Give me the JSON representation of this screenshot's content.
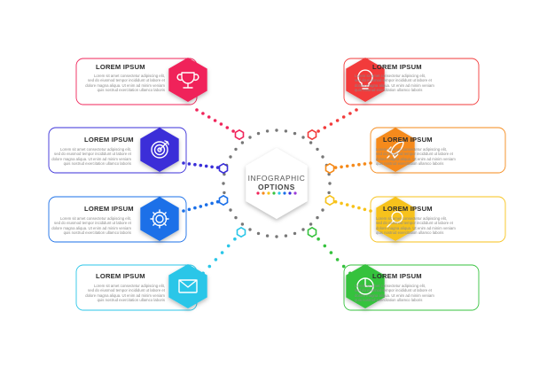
{
  "center": {
    "title_line1": "INFOGRAPHIC",
    "title_line2": "OPTIONS"
  },
  "items": [
    {
      "title": "LOREM IPSUM",
      "icon": "trophy-icon",
      "color": "#f0245a",
      "lines": [
        "Lorem sit amet consectetur adipiscing elit,",
        "sed do eiusmod tempor incididunt ut labore et",
        "dolore magna aliqua. Ut enim ad minim veniam",
        "quis nostrud exercitation ullamco laboris"
      ]
    },
    {
      "title": "LOREM IPSUM",
      "icon": "target-icon",
      "color": "#3a2fd8",
      "lines": [
        "Lorem sit amet consectetur adipiscing elit,",
        "sed do eiusmod tempor incididunt ut labore et",
        "dolore magna aliqua. Ut enim ad minim veniam",
        "quis nostrud exercitation ullamco laboris"
      ]
    },
    {
      "title": "LOREM IPSUM",
      "icon": "gear-icon",
      "color": "#1a6fe8",
      "lines": [
        "Lorem sit amet consectetur adipiscing elit,",
        "sed do eiusmod tempor incididunt ut labore et",
        "dolore magna aliqua. Ut enim ad minim veniam",
        "quis nostrud exercitation ullamco laboris"
      ]
    },
    {
      "title": "LOREM IPSUM",
      "icon": "envelope-icon",
      "color": "#2bc6e8",
      "lines": [
        "Lorem sit amet consectetur adipiscing elit,",
        "sed do eiusmod tempor incididunt ut labore et",
        "dolore magna aliqua. Ut enim ad minim veniam",
        "quis nostrud exercitation ullamco laboris"
      ]
    },
    {
      "title": "LOREM IPSUM",
      "icon": "lightbulb-icon",
      "color": "#f23a3a",
      "lines": [
        "Lorem sit amet consectetur adipiscing elit,",
        "sed do eiusmod tempor incididunt ut labore et",
        "dolore magna aliqua. Ut enim ad minim veniam",
        "quis nostrud exercitation ullamco laboris"
      ]
    },
    {
      "title": "LOREM IPSUM",
      "icon": "rocket-icon",
      "color": "#f58a1a",
      "lines": [
        "Lorem sit amet consectetur adipiscing elit,",
        "sed do eiusmod tempor incididunt ut labore et",
        "dolore magna aliqua. Ut enim ad minim veniam",
        "quis nostrud exercitation ullamco laboris"
      ]
    },
    {
      "title": "LOREM IPSUM",
      "icon": "magnifier-icon",
      "color": "#f7c21a",
      "lines": [
        "Lorem sit amet consectetur adipiscing elit,",
        "sed do eiusmod tempor incididunt ut labore et",
        "dolore magna aliqua. Ut enim ad minim veniam",
        "quis nostrud exercitation ullamco laboris"
      ]
    },
    {
      "title": "LOREM IPSUM",
      "icon": "pie-chart-icon",
      "color": "#36c23e",
      "lines": [
        "Lorem sit amet consectetur adipiscing elit,",
        "sed do eiusmod tempor incididunt ut labore et",
        "dolore magna aliqua. Ut enim ad minim veniam",
        "quis nostrud exercitation ullamco laboris"
      ]
    }
  ],
  "dot_colors": [
    "#f0245a",
    "#f58a1a",
    "#f7c21a",
    "#36c23e",
    "#2bc6e8",
    "#1a6fe8",
    "#3a2fd8",
    "#9a3ad8"
  ]
}
